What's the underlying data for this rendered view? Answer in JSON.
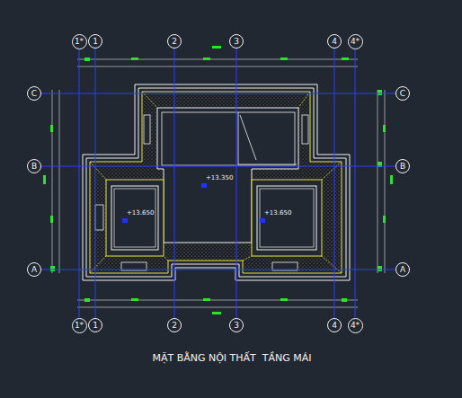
{
  "diagram": {
    "caption": "MẶT BẰNG NỘI THẤT  TẦNG MÁI",
    "nodes": [
      {
        "text": [
          "1*"
        ]
      },
      {
        "text": [
          "1"
        ]
      },
      {
        "text": [
          "2"
        ]
      },
      {
        "text": [
          "3"
        ]
      },
      {
        "text": [
          "4"
        ]
      },
      {
        "text": [
          "4*"
        ]
      },
      {
        "text": [
          "C"
        ]
      },
      {
        "text": [
          "C"
        ]
      },
      {
        "text": [
          "B"
        ]
      },
      {
        "text": [
          "B"
        ]
      },
      {
        "text": [
          "A"
        ]
      },
      {
        "text": [
          "A"
        ]
      },
      {
        "text": [
          "1*"
        ]
      },
      {
        "text": [
          "1"
        ]
      },
      {
        "text": [
          "2"
        ]
      },
      {
        "text": [
          "3"
        ]
      },
      {
        "text": [
          "4"
        ]
      },
      {
        "text": [
          "4*"
        ]
      }
    ],
    "edges": [
      {
        "from": 0,
        "to": 12,
        "arrow": "none"
      },
      {
        "from": 1,
        "to": 13,
        "arrow": "none"
      },
      {
        "from": 2,
        "to": 14,
        "arrow": "none"
      },
      {
        "from": 3,
        "to": 15,
        "arrow": "none"
      },
      {
        "from": 4,
        "to": 16,
        "arrow": "none"
      },
      {
        "from": 5,
        "to": 17,
        "arrow": "none"
      },
      {
        "from": 6,
        "to": 7,
        "arrow": "none"
      },
      {
        "from": 8,
        "to": 9,
        "arrow": "none"
      },
      {
        "from": 10,
        "to": 11,
        "arrow": "none"
      }
    ],
    "labels": [
      "+13.350",
      "+13.650",
      "+13.650"
    ]
  }
}
